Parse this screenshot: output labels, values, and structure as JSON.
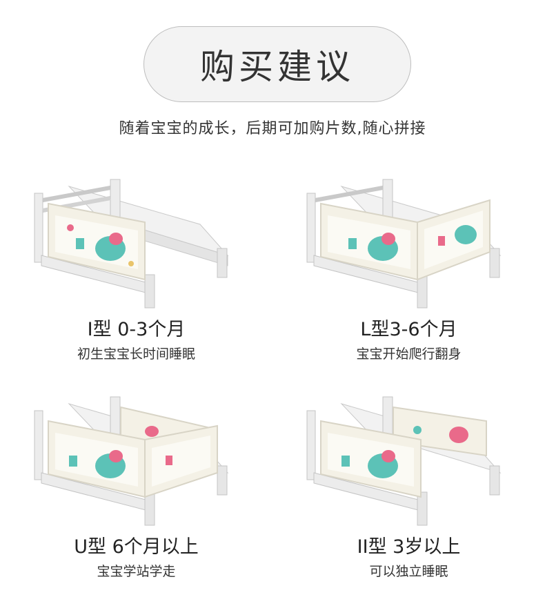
{
  "header": {
    "title": "购买建议",
    "subtitle": "随着宝宝的成长，后期可加购片数,随心拼接"
  },
  "options": [
    {
      "type_label": "I型  0-3个月",
      "description": "初生宝宝长时间睡眠"
    },
    {
      "type_label": "L型3-6个月",
      "description": "宝宝开始爬行翻身"
    },
    {
      "type_label": "U型  6个月以上",
      "description": "宝宝学站学走"
    },
    {
      "type_label": "II型  3岁以上",
      "description": "可以独立睡眠"
    }
  ],
  "colors": {
    "rail_panel": "#f4f1e6",
    "rail_frame": "#d8d4c6",
    "elephant": "#5cc2b7",
    "accent_pink": "#e96a8a",
    "bed_frame": "#e9e9e9",
    "mattress": "#f7f7f7"
  },
  "icons": [
    "bed-with-guardrail-illustration"
  ]
}
